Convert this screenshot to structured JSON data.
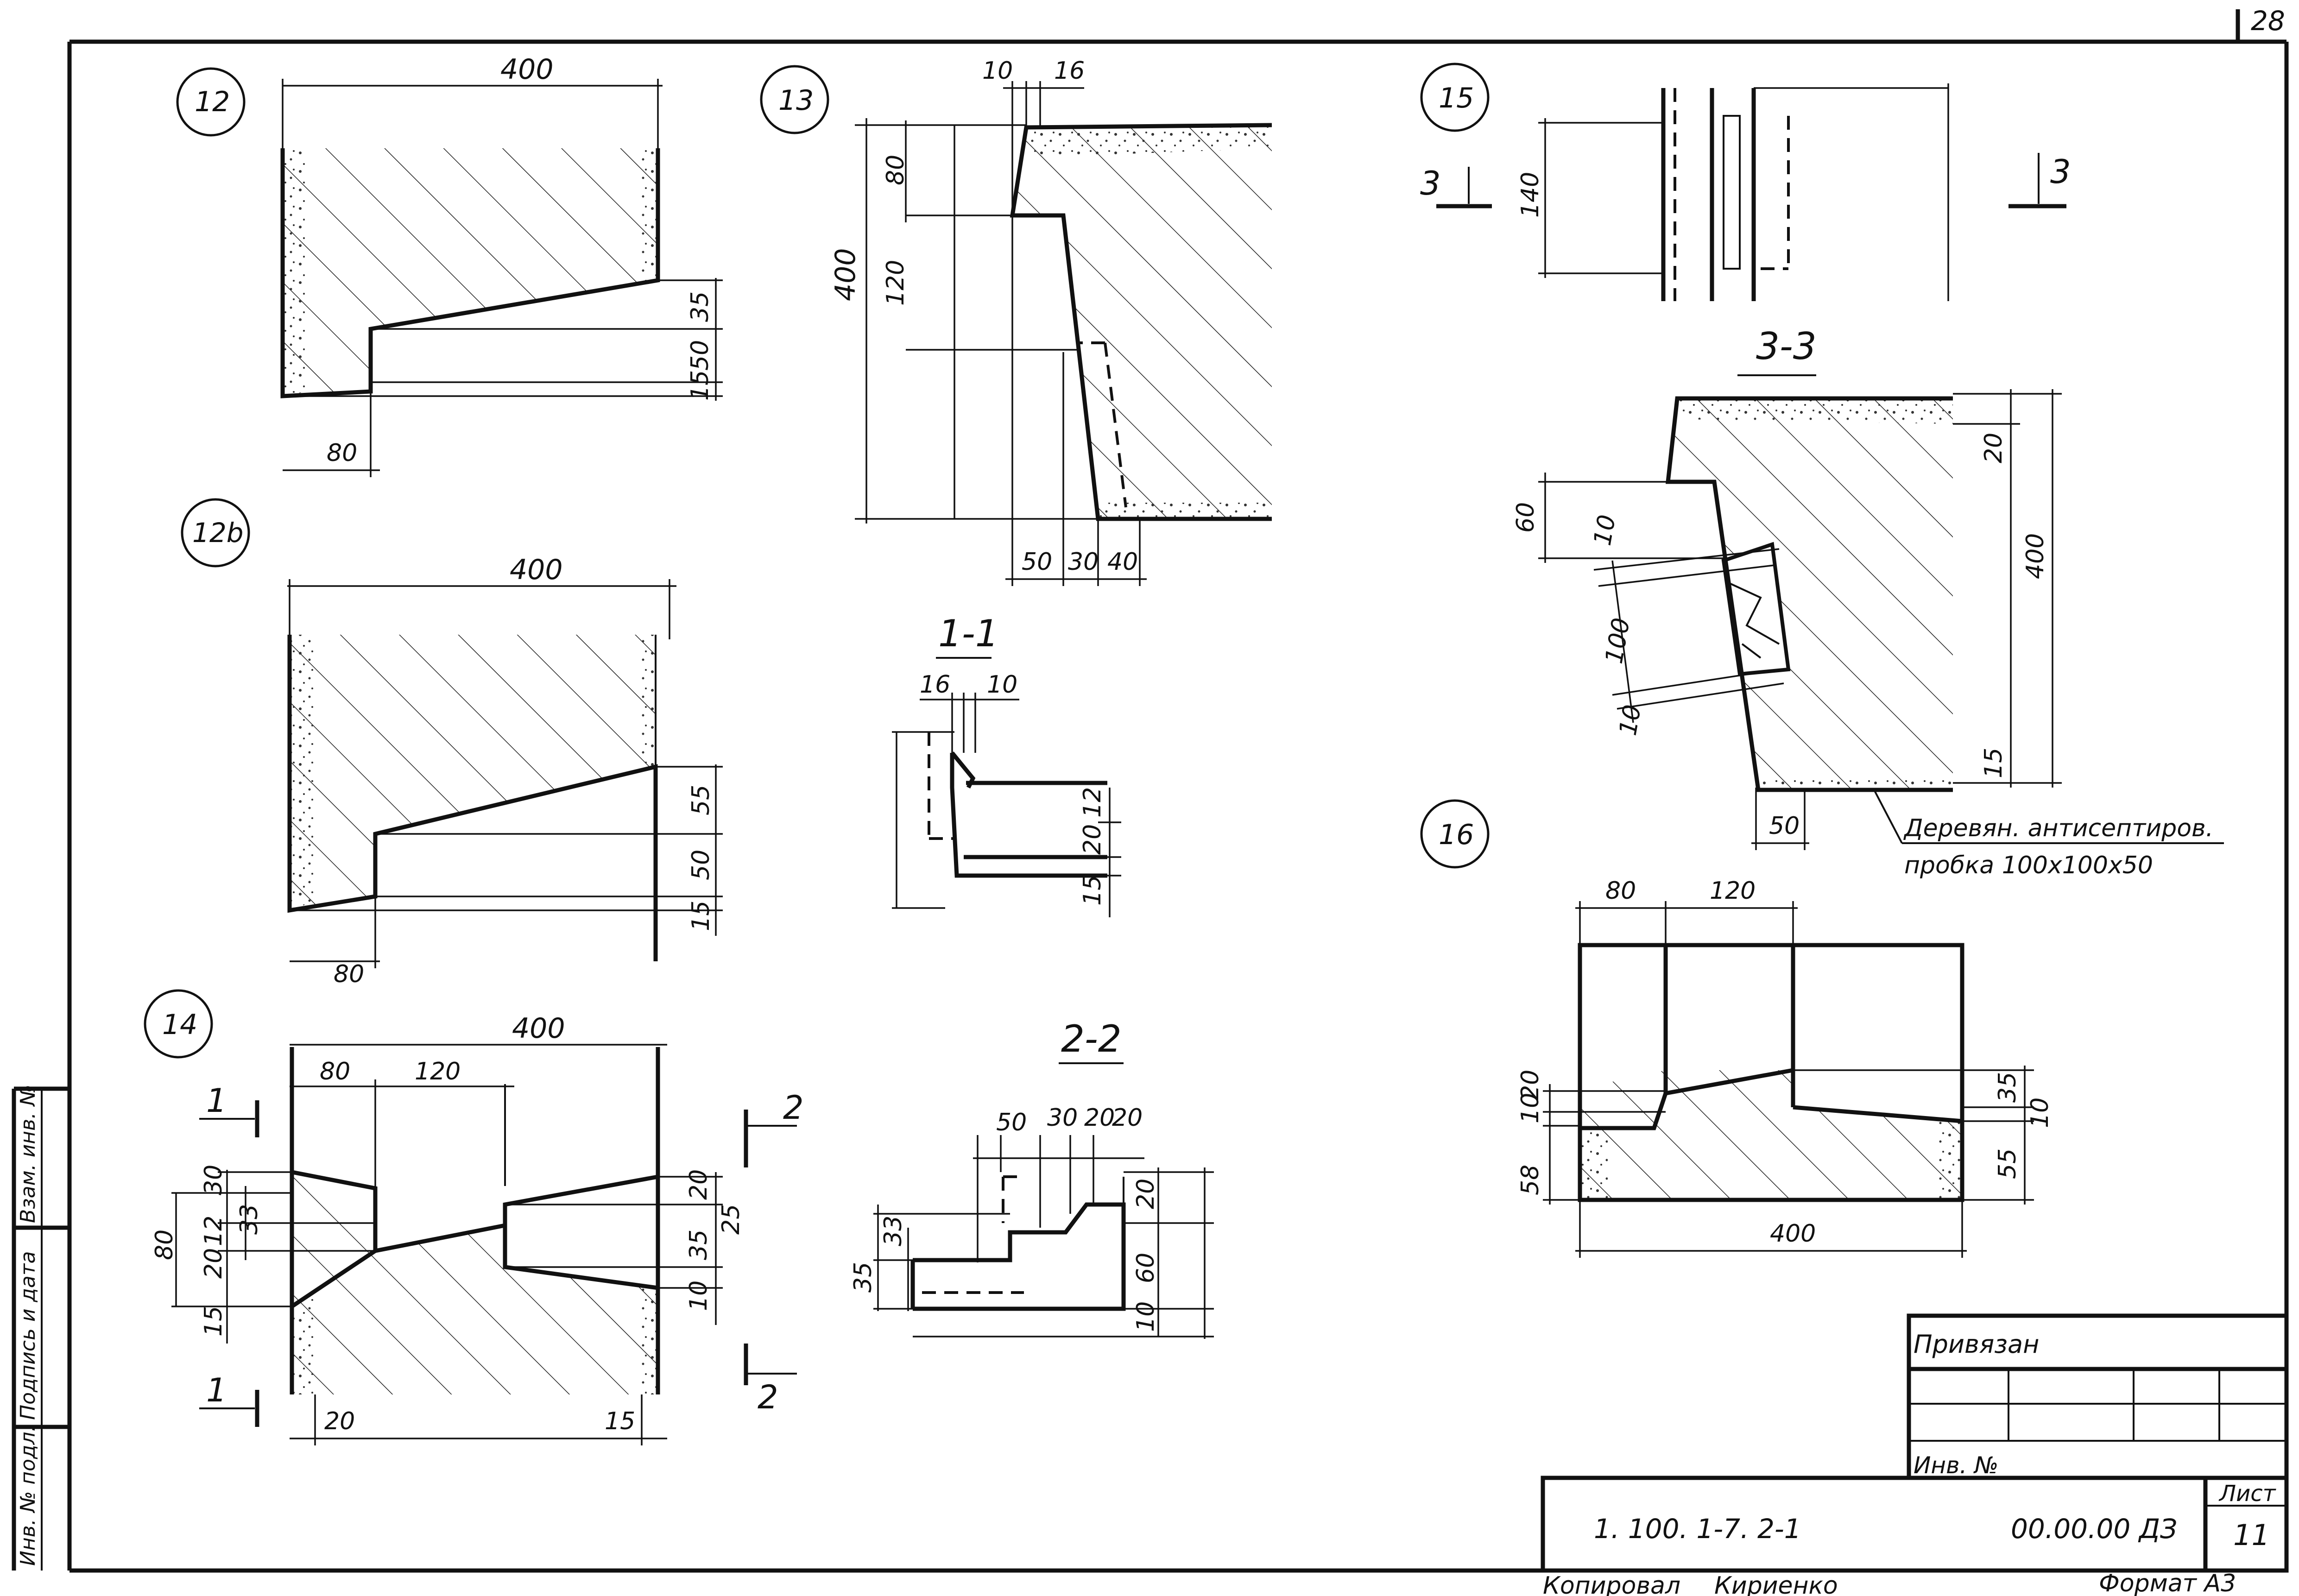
{
  "sheet_number": "28",
  "details": {
    "d12": {
      "label": "12",
      "dims": {
        "width": "400",
        "w80": "80",
        "d35": "35",
        "d50": "50",
        "d15": "15"
      }
    },
    "d12b": {
      "label": "12b",
      "dims": {
        "width": "400",
        "w80": "80",
        "d55": "55",
        "d50": "50",
        "d15": "15"
      }
    },
    "d13": {
      "label": "13",
      "dims": {
        "t10": "10",
        "t16": "16",
        "h80": "80",
        "h400": "400",
        "h120": "120",
        "b50": "50",
        "b30": "30",
        "b40": "40"
      }
    },
    "d14": {
      "label": "14",
      "dims": {
        "width": "400",
        "w80": "80",
        "w120": "120",
        "l30": "30",
        "l80": "80",
        "l12": "12",
        "l33": "33",
        "l20": "20",
        "l15": "15",
        "r20": "20",
        "r25": "25",
        "r35": "35",
        "r10": "10",
        "b20": "20",
        "b15": "15"
      },
      "section_marks": {
        "a": "1",
        "b": "1",
        "c": "2",
        "d": "2"
      }
    },
    "d15": {
      "label": "15",
      "dims": {
        "h140": "140"
      },
      "section_marks": {
        "left": "3",
        "right": "3"
      }
    },
    "d16": {
      "label": "16",
      "dims": {
        "w80": "80",
        "w120": "120",
        "width": "400",
        "l58": "58",
        "l10": "10",
        "l20": "20",
        "r35": "35",
        "r10": "10",
        "r55": "55"
      }
    },
    "s11": {
      "title": "1-1",
      "dims": {
        "t16": "16",
        "t10": "10",
        "r12": "12",
        "r20": "20",
        "r15": "15"
      }
    },
    "s22": {
      "title": "2-2",
      "dims": {
        "t50": "50",
        "t30": "30",
        "t20a": "20",
        "t20b": "20",
        "l35": "35",
        "l33": "33",
        "r20": "20",
        "r60": "60",
        "r10": "10"
      }
    },
    "s33": {
      "title": "3-3",
      "dims": {
        "l60": "60",
        "l10a": "10",
        "l100": "100",
        "l10b": "10",
        "r20": "20",
        "r400": "400",
        "r15": "15",
        "b50": "50"
      },
      "note_line1": "Деревян. антисептиров.",
      "note_line2": "пробка 100х100х50"
    }
  },
  "side_stamp": {
    "cells": [
      "Взам. инв. №",
      "Подпись и дата",
      "Инв. № подл."
    ]
  },
  "title_block": {
    "privyazan": "Привязан",
    "inv_no": "Инв. №",
    "doc_code": "1. 100. 1-7. 2-1",
    "drawing_code": "00.00.00 ДЗ",
    "sheet_label": "Лист",
    "sheet_value": "11"
  },
  "footer": {
    "copied": "Копировал",
    "copier": "Кириенко",
    "format": "Формат А3"
  }
}
